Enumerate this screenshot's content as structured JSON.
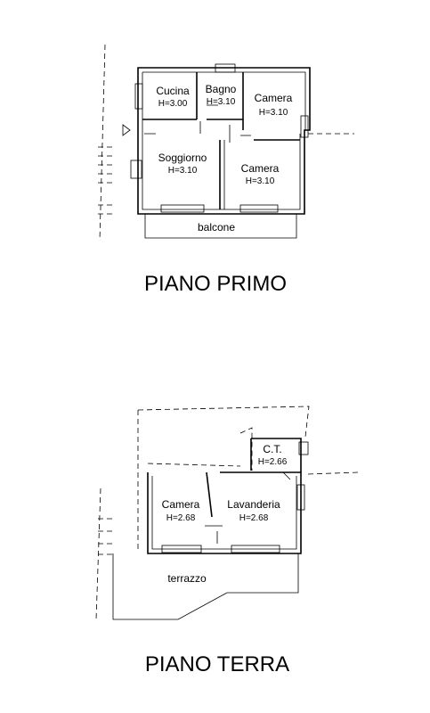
{
  "plans": {
    "primo": {
      "title": "PIANO PRIMO",
      "rooms": {
        "cucina": {
          "name": "Cucina",
          "height": "H=3.00"
        },
        "bagno": {
          "name": "Bagno",
          "height": "H=3.10"
        },
        "camera1": {
          "name": "Camera",
          "height": "H=3.10"
        },
        "soggiorno": {
          "name": "Soggiorno",
          "height": "H=3.10"
        },
        "camera2": {
          "name": "Camera",
          "height": "H=3.10"
        }
      },
      "outdoor": {
        "balcone": "balcone"
      }
    },
    "terra": {
      "title": "PIANO TERRA",
      "rooms": {
        "ct": {
          "name": "C.T.",
          "height": "H=2.66"
        },
        "camera": {
          "name": "Camera",
          "height": "H=2.68"
        },
        "lavanderia": {
          "name": "Lavanderia",
          "height": "H=2.68"
        }
      },
      "outdoor": {
        "terrazzo": "terrazzo"
      }
    }
  }
}
